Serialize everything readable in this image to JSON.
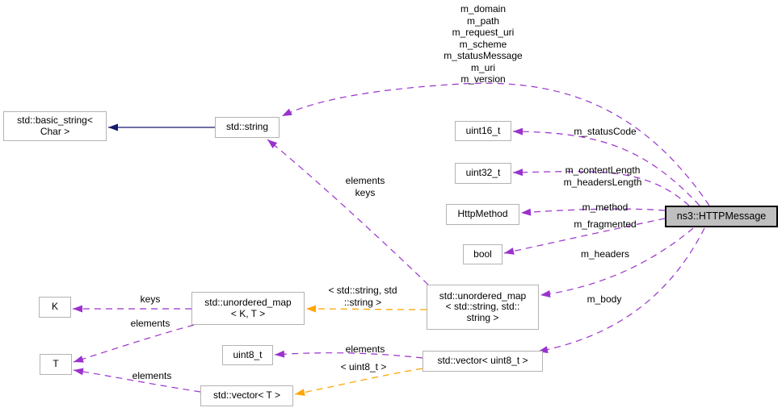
{
  "diagram": {
    "kind": "doxygen-collaboration-graph",
    "main_class": "ns3::HTTPMessage",
    "colors": {
      "usage_edge": "#9a32cd",
      "template_edge": "#ffa500",
      "inheritance_edge": "#191970",
      "node_border": "#b3b3b3",
      "node_fill": "#ffffff",
      "highlight_fill": "#bfbfbf",
      "highlight_border": "#000000",
      "background": "#ffffff"
    }
  },
  "nodes": {
    "basic_string": {
      "label": "std::basic_string<\nChar >"
    },
    "std_string": {
      "label": "std::string"
    },
    "uint16": {
      "label": "uint16_t"
    },
    "uint32": {
      "label": "uint32_t"
    },
    "http_method": {
      "label": "HttpMethod"
    },
    "bool": {
      "label": "bool"
    },
    "unordered_map_string": {
      "label": "std::unordered_map\n< std::string, std::\nstring >"
    },
    "unordered_map_kt": {
      "label": "std::unordered_map\n< K, T >"
    },
    "k": {
      "label": "K"
    },
    "t": {
      "label": "T"
    },
    "uint8": {
      "label": "uint8_t"
    },
    "vector_t": {
      "label": "std::vector< T >"
    },
    "vector_uint8": {
      "label": "std::vector< uint8_t >"
    },
    "http_message": {
      "label": "ns3::HTTPMessage"
    }
  },
  "edge_labels": {
    "members_string": "m_domain\nm_path\nm_request_uri\nm_scheme\nm_statusMessage\nm_uri\nm_version",
    "status_code": "m_statusCode",
    "content_length": "m_contentLength\nm_headersLength",
    "method": "m_method",
    "fragmented": "m_fragmented",
    "headers": "m_headers",
    "body": "m_body",
    "elements_keys": "elements\nkeys",
    "keys": "keys",
    "elements_map": "elements",
    "elements_vector_t": "elements",
    "elements_vector_uint8": "elements",
    "template_args_map": "< std::string, std\n::string >",
    "template_args_vector": "< uint8_t >"
  }
}
